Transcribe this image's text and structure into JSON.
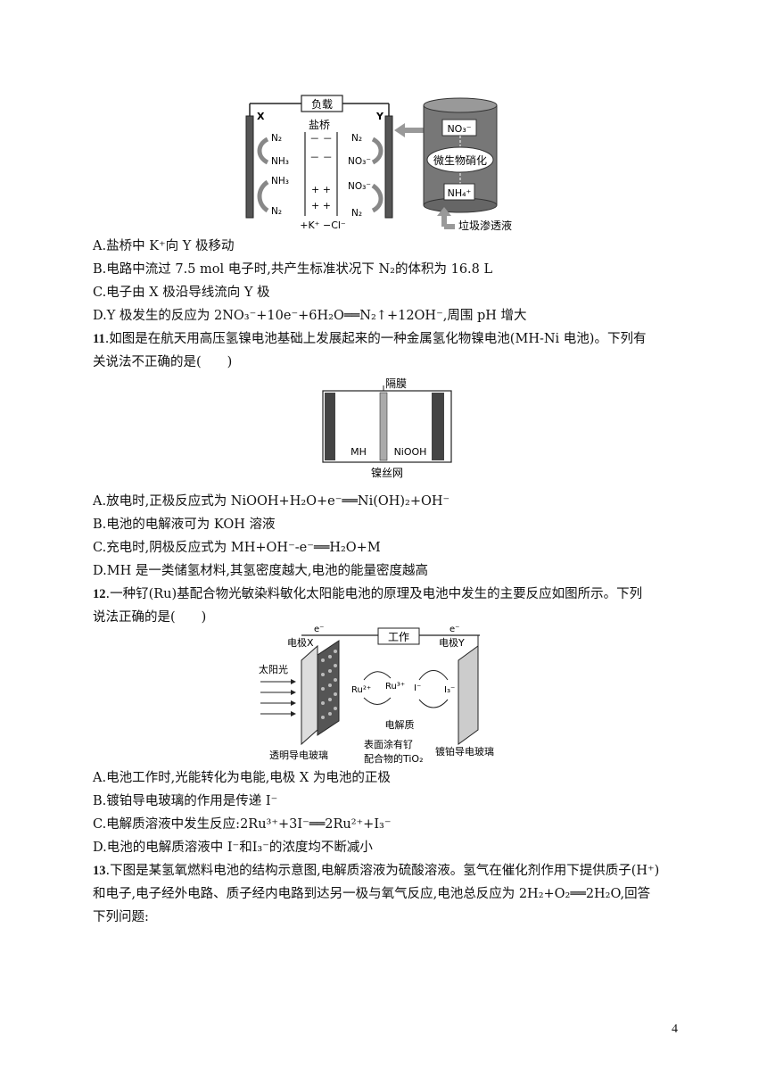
{
  "fig1": {
    "load": "负载",
    "salt_bridge": "盐桥",
    "electrode_x": "X",
    "electrode_y": "Y",
    "left_top": "N₂",
    "left_mid1": "NH₃",
    "left_mid2": "NH₃",
    "left_bottom": "N₂",
    "right_top": "N₂",
    "right_mid1": "NO₃⁻",
    "right_mid2": "NO₃⁻",
    "right_bottom": "N₂",
    "bridge_minus": "－ －",
    "bridge_plus": "+ +",
    "ions": "+K⁺  −Cl⁻",
    "tank_top": "NO₃⁻",
    "tank_mid": "微生物硝化",
    "tank_bottom": "NH₄⁺",
    "leachate": "垃圾渗透液"
  },
  "q10_options": [
    "A.盐桥中 K⁺向 Y 极移动",
    "B.电路中流过 7.5 mol 电子时,共产生标准状况下 N₂的体积为 16.8 L",
    "C.电子由 X 极沿导线流向 Y 极",
    "D.Y 极发生的反应为 2NO₃⁻+10e⁻+6H₂O══N₂↑+12OH⁻,周围 pH 增大"
  ],
  "q11": {
    "number": "11",
    "stem_line1": ".如图是在航天用高压氢镍电池基础上发展起来的一种金属氢化物镍电池(MH-Ni 电池)。下列有",
    "stem_line2": "关说法不正确的是(　　)",
    "fig_membrane": "隔膜",
    "fig_mh": "MH",
    "fig_niooh": "NiOOH",
    "fig_mesh": "镍丝网",
    "options": [
      "A.放电时,正极反应式为 NiOOH+H₂O+e⁻══Ni(OH)₂+OH⁻",
      "B.电池的电解液可为 KOH 溶液",
      "C.充电时,阴极反应式为 MH+OH⁻-e⁻══H₂O+M",
      "D.MH 是一类储氢材料,其氢密度越大,电池的能量密度越高"
    ]
  },
  "q12": {
    "number": "12",
    "stem_line1": ".一种钌(Ru)基配合物光敏染料敏化太阳能电池的原理及电池中发生的主要反应如图所示。下列",
    "stem_line2": "说法正确的是(　　)",
    "fig_work": "工作",
    "fig_electrode_x": "电极X",
    "fig_electrode_y": "电极Y",
    "fig_e1": "e⁻",
    "fig_e2": "e⁻",
    "fig_sunlight": "太阳光",
    "fig_ru2": "Ru²⁺",
    "fig_ru3": "Ru³⁺",
    "fig_i": "I⁻",
    "fig_i3": "I₃⁻",
    "fig_electrolyte": "电解质",
    "fig_glass": "透明导电玻璃",
    "fig_coating1": "表面涂有钌",
    "fig_coating2": "配合物的TiO₂",
    "fig_pt": "镀铂导电玻璃",
    "options": [
      "A.电池工作时,光能转化为电能,电极 X 为电池的正极",
      "B.镀铂导电玻璃的作用是传递 I⁻",
      "C.电解质溶液中发生反应:2Ru³⁺+3I⁻══2Ru²⁺+I₃⁻",
      "D.电池的电解质溶液中 I⁻和I₃⁻的浓度均不断减小"
    ]
  },
  "q13": {
    "number": "13",
    "line1": ".下图是某氢氧燃料电池的结构示意图,电解质溶液为硫酸溶液。氢气在催化剂作用下提供质子(H⁺)",
    "line2": "和电子,电子经外电路、质子经内电路到达另一极与氧气反应,电池总反应为 2H₂+O₂══2H₂O,回答",
    "line3": "下列问题:"
  },
  "page_number": "4"
}
